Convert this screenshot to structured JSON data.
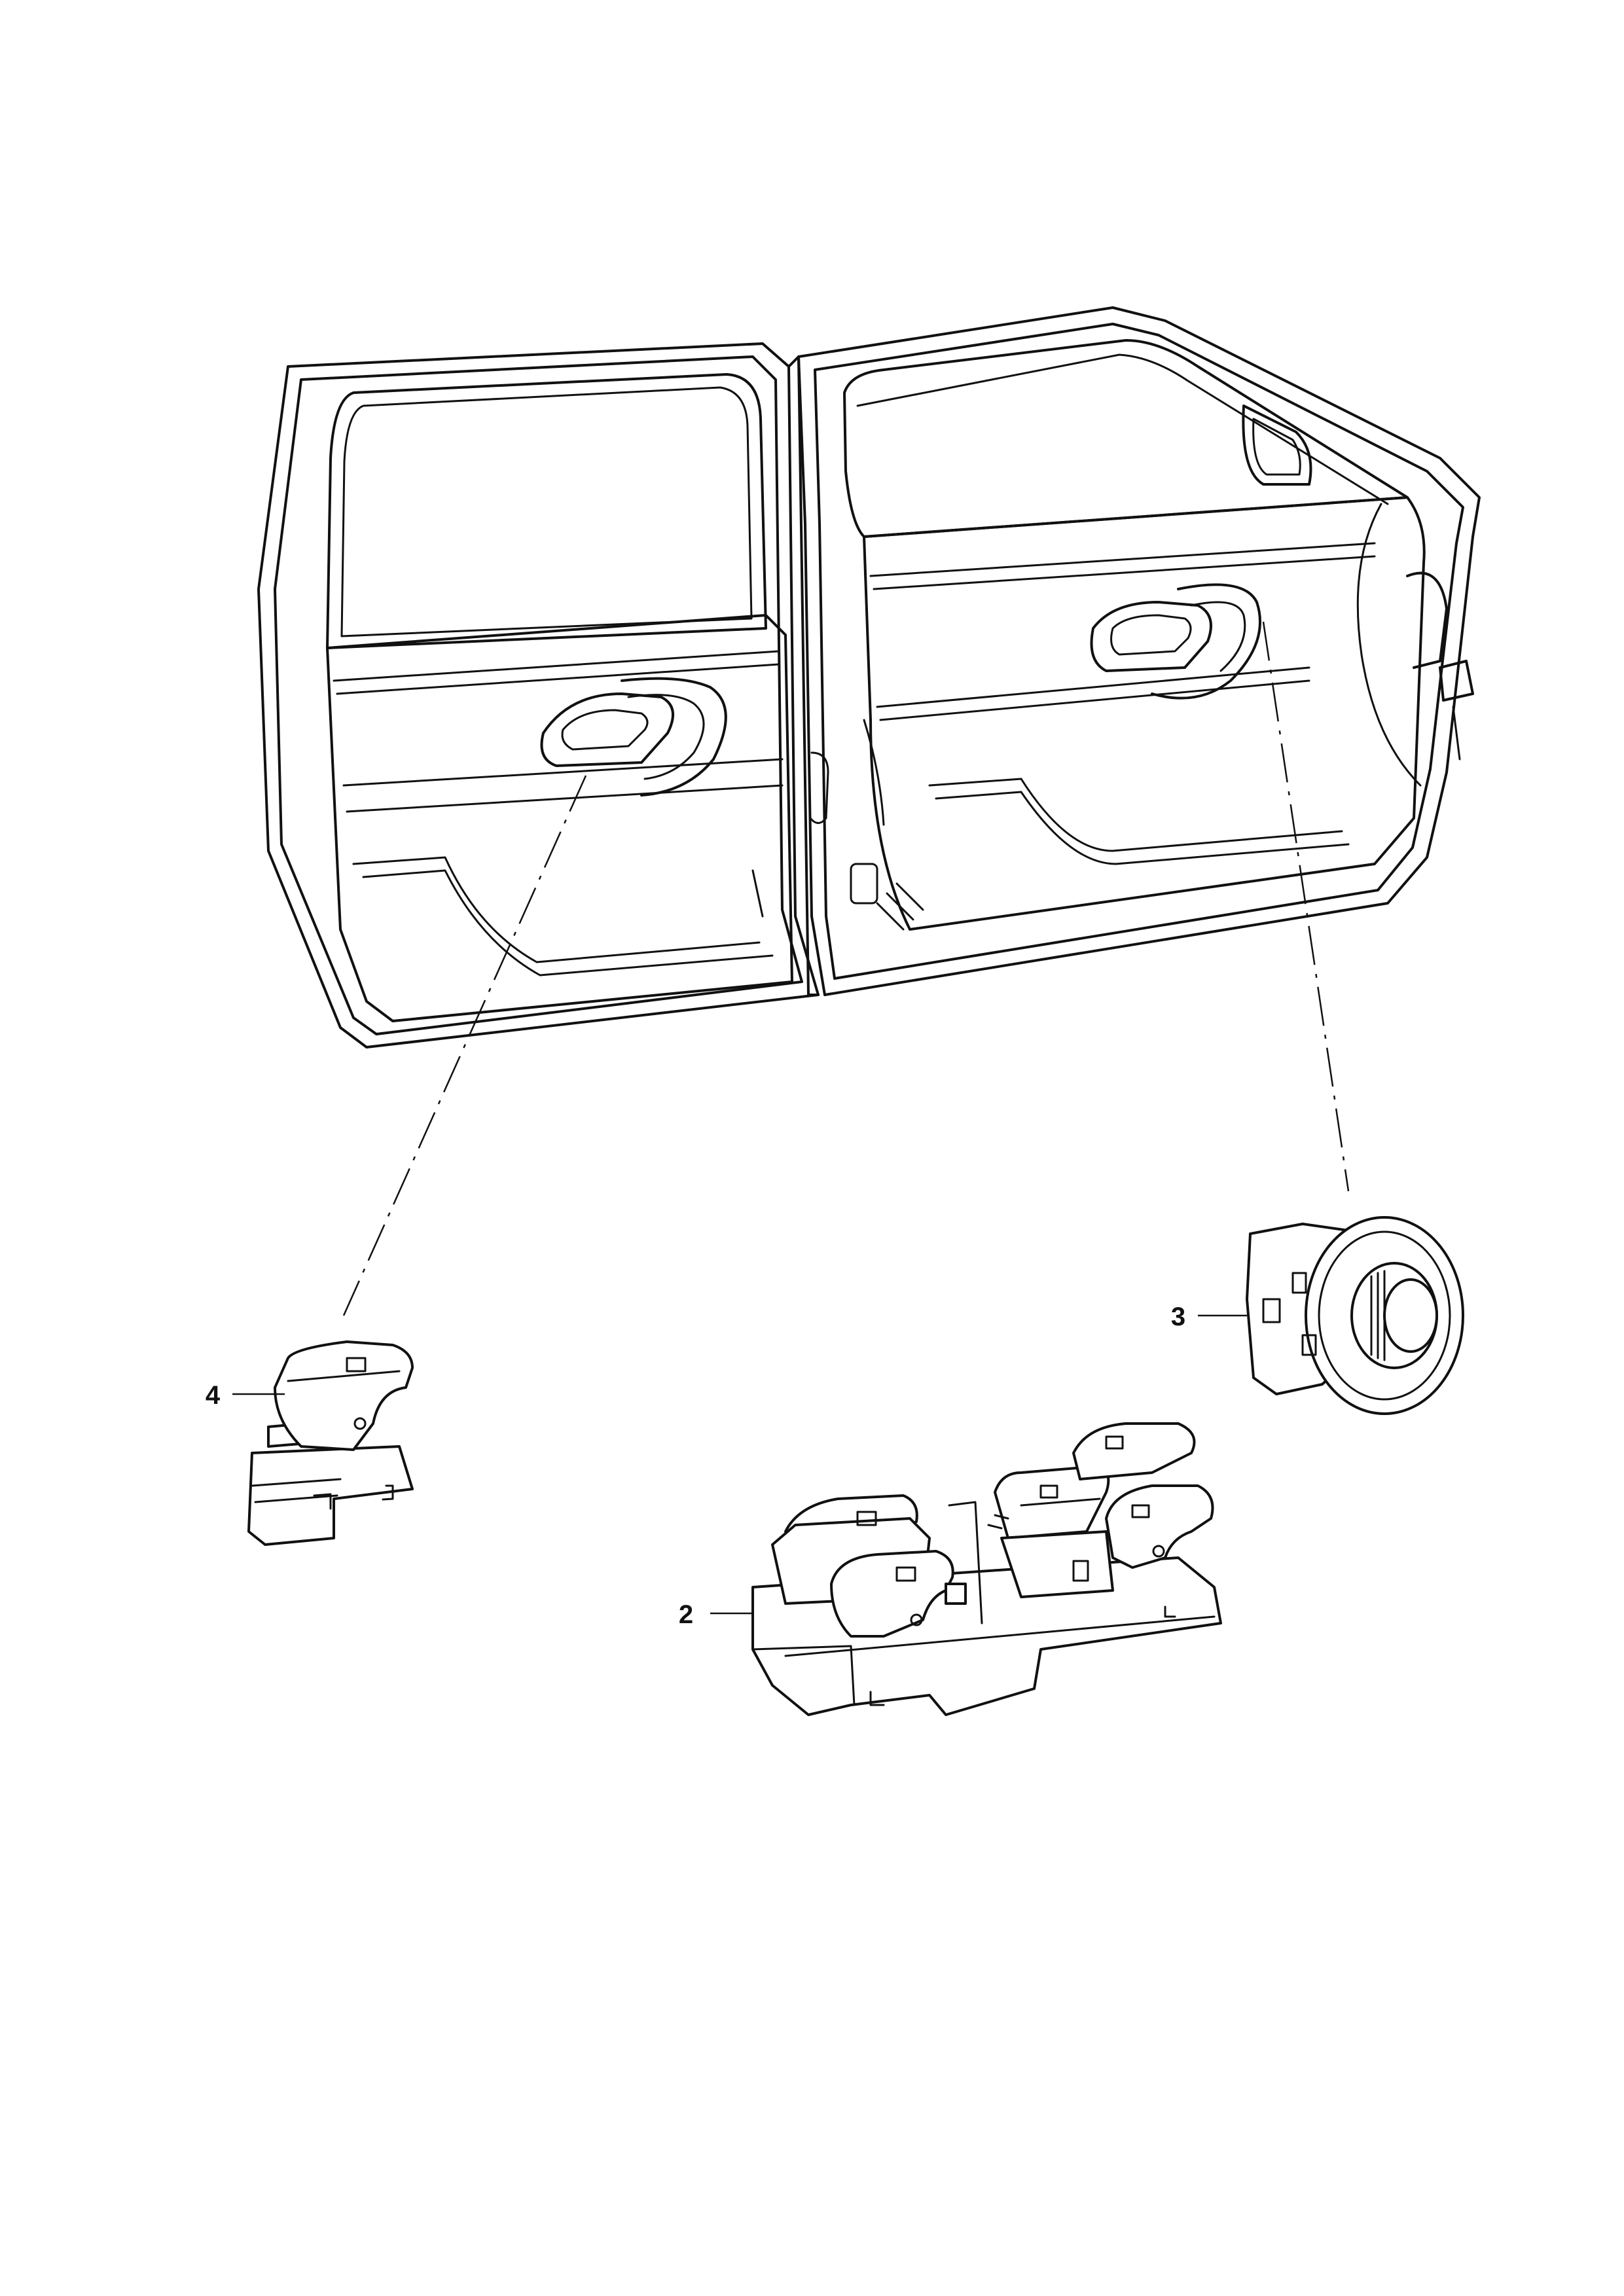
{
  "labels": {
    "part_2": "2",
    "part_3": "3",
    "part_4": "4"
  }
}
